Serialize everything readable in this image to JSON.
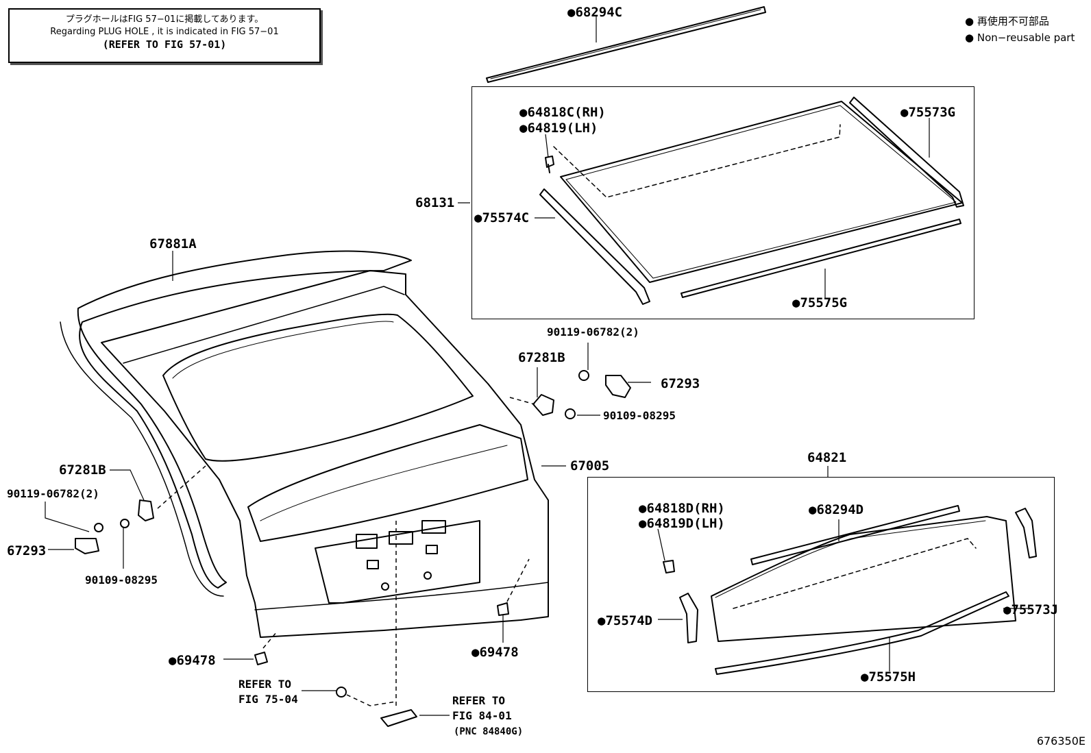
{
  "note": {
    "jp": "プラグホールはFIG 57−01に掲載してあります。",
    "en": "Regarding PLUG HOLE , it is indicated in FIG 57−01",
    "ref": "(REFER TO FIG 57-01)"
  },
  "legend": {
    "jp": "● 再使用不可部品",
    "en": "● Non−reusable part"
  },
  "labels": {
    "p68294C": "●68294C",
    "p64818C": "●64818C(RH)",
    "p64819": "●64819(LH)",
    "p75573G": "●75573G",
    "p68131": "68131",
    "p75574C": "●75574C",
    "p75575G": "●75575G",
    "p67881A": "67881A",
    "p90119a": "90119-06782(2)",
    "p67281Ba": "67281B",
    "p67293a": "67293",
    "p90109a": "90109-08295",
    "p67005": "67005",
    "p64821": "64821",
    "p67281Bb": "67281B",
    "p90119b": "90119-06782(2)",
    "p67293b": "67293",
    "p90109b": "90109-08295",
    "p64818D": "●64818D(RH)",
    "p64819D": "●64819D(LH)",
    "p68294D": "●68294D",
    "p75574D": "●75574D",
    "p75573J": "●75573J",
    "p75575H": "●75575H",
    "p69478a": "●69478",
    "p69478b": "●69478",
    "ref7504a": "REFER TO",
    "ref7504b": "FIG 75-04",
    "ref8401a": "REFER TO",
    "ref8401b": "FIG 84-01",
    "ref8401c": "(PNC 84840G)"
  },
  "figure_id": "676350E"
}
